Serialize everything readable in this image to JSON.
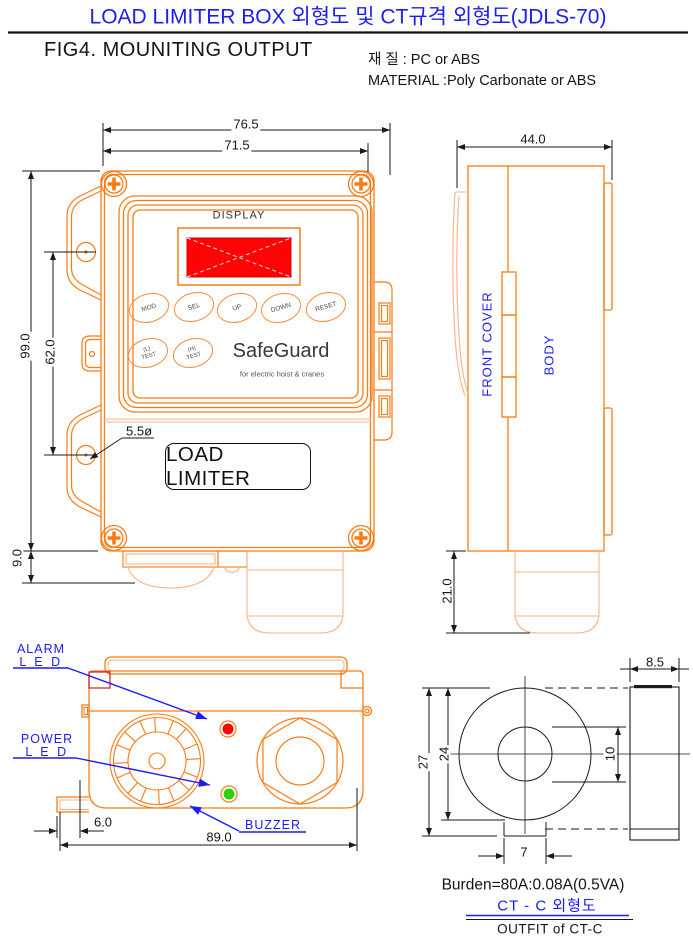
{
  "header": {
    "title": "LOAD LIMITER BOX 외형도 및 CT규격 외형도(JDLS-70)",
    "figure": "FIG4. MOUNITING OUTPUT",
    "material_kr": "재 질 : PC or ABS",
    "material_en": "MATERIAL :Poly Carbonate or ABS"
  },
  "front_view": {
    "display_label": "DISPLAY",
    "buttons": [
      "MOD",
      "SEL",
      "UP",
      "DOWN",
      "RESET"
    ],
    "test_buttons": [
      {
        "line1": "(L)",
        "line2": "TEST"
      },
      {
        "line1": "(H)",
        "line2": "TEST"
      }
    ],
    "brand": "SafeGuard",
    "brand_sub": "for electric hoist & cranes",
    "nameplate": "LOAD LIMITER",
    "dims": {
      "width_outer": "76.5",
      "width_inner": "71.5",
      "height": "99.0",
      "hole_span": "62.0",
      "bottom_offset": "9.0",
      "hole_dia": "5.5ø"
    }
  },
  "side_view": {
    "front_cover": "FRONT COVER",
    "body": "BODY",
    "dims": {
      "depth": "44.0",
      "gland_height": "21.0"
    }
  },
  "bottom_view": {
    "labels": {
      "alarm_line1": "ALARM",
      "alarm_line2": "L E D",
      "power_line1": "POWER",
      "power_line2": "L E D",
      "buzzer": "BUZZER"
    },
    "dims": {
      "bracket_offset": "6.0",
      "width": "89.0"
    }
  },
  "ct_view": {
    "dims": {
      "overall_height": "27",
      "outer_dia": "24",
      "inner_dia": "10",
      "tab_width": "7",
      "thickness": "8.5"
    },
    "burden": "Burden=80A:0.08A(0.5VA)",
    "title_kr": "CT - C 외형도",
    "title_en": "OUTFIT of CT-C"
  },
  "colors": {
    "line_orange": "#fb7c15",
    "line_orange_light": "#fdb184",
    "blue": "#1b1bff",
    "display_red": "#fe0505",
    "led_red": "#fe0505",
    "led_green": "#2bd10a",
    "black": "#1a1a1a"
  }
}
